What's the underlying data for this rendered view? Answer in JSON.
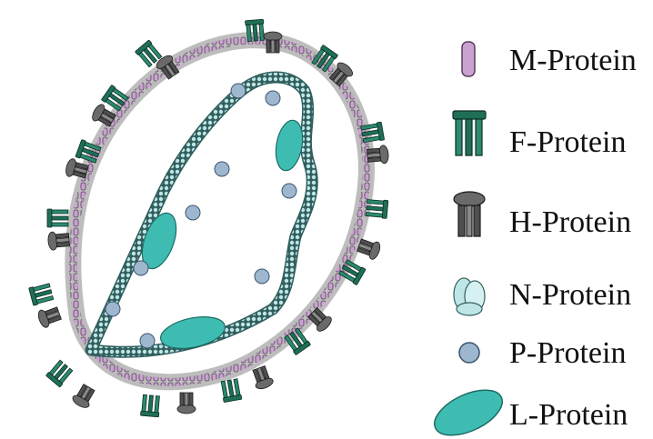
{
  "legend": {
    "items": [
      {
        "label": "M-Protein",
        "icon": "m-protein-icon",
        "color": "#c9a2cf"
      },
      {
        "label": "F-Protein",
        "icon": "f-protein-icon",
        "color": "#1f6e58"
      },
      {
        "label": "H-Protein",
        "icon": "h-protein-icon",
        "color": "#3a3a3a"
      },
      {
        "label": "N-Protein",
        "icon": "n-protein-icon",
        "color": "#bfe6e6"
      },
      {
        "label": "P-Protein",
        "icon": "p-protein-icon",
        "color": "#9db7cf"
      },
      {
        "label": "L-Protein",
        "icon": "l-protein-icon",
        "color": "#3fbcb2"
      }
    ]
  },
  "colors": {
    "envelope": "#bdbdbd",
    "m_protein": "#c9a2cf",
    "m_protein_outline": "#5a3d60",
    "f_protein": "#1f6e58",
    "h_protein": "#3a3a3a",
    "nucleocapsid": "#6fa8a6",
    "p_protein": "#9db7cf",
    "l_protein": "#3fbcb2"
  }
}
